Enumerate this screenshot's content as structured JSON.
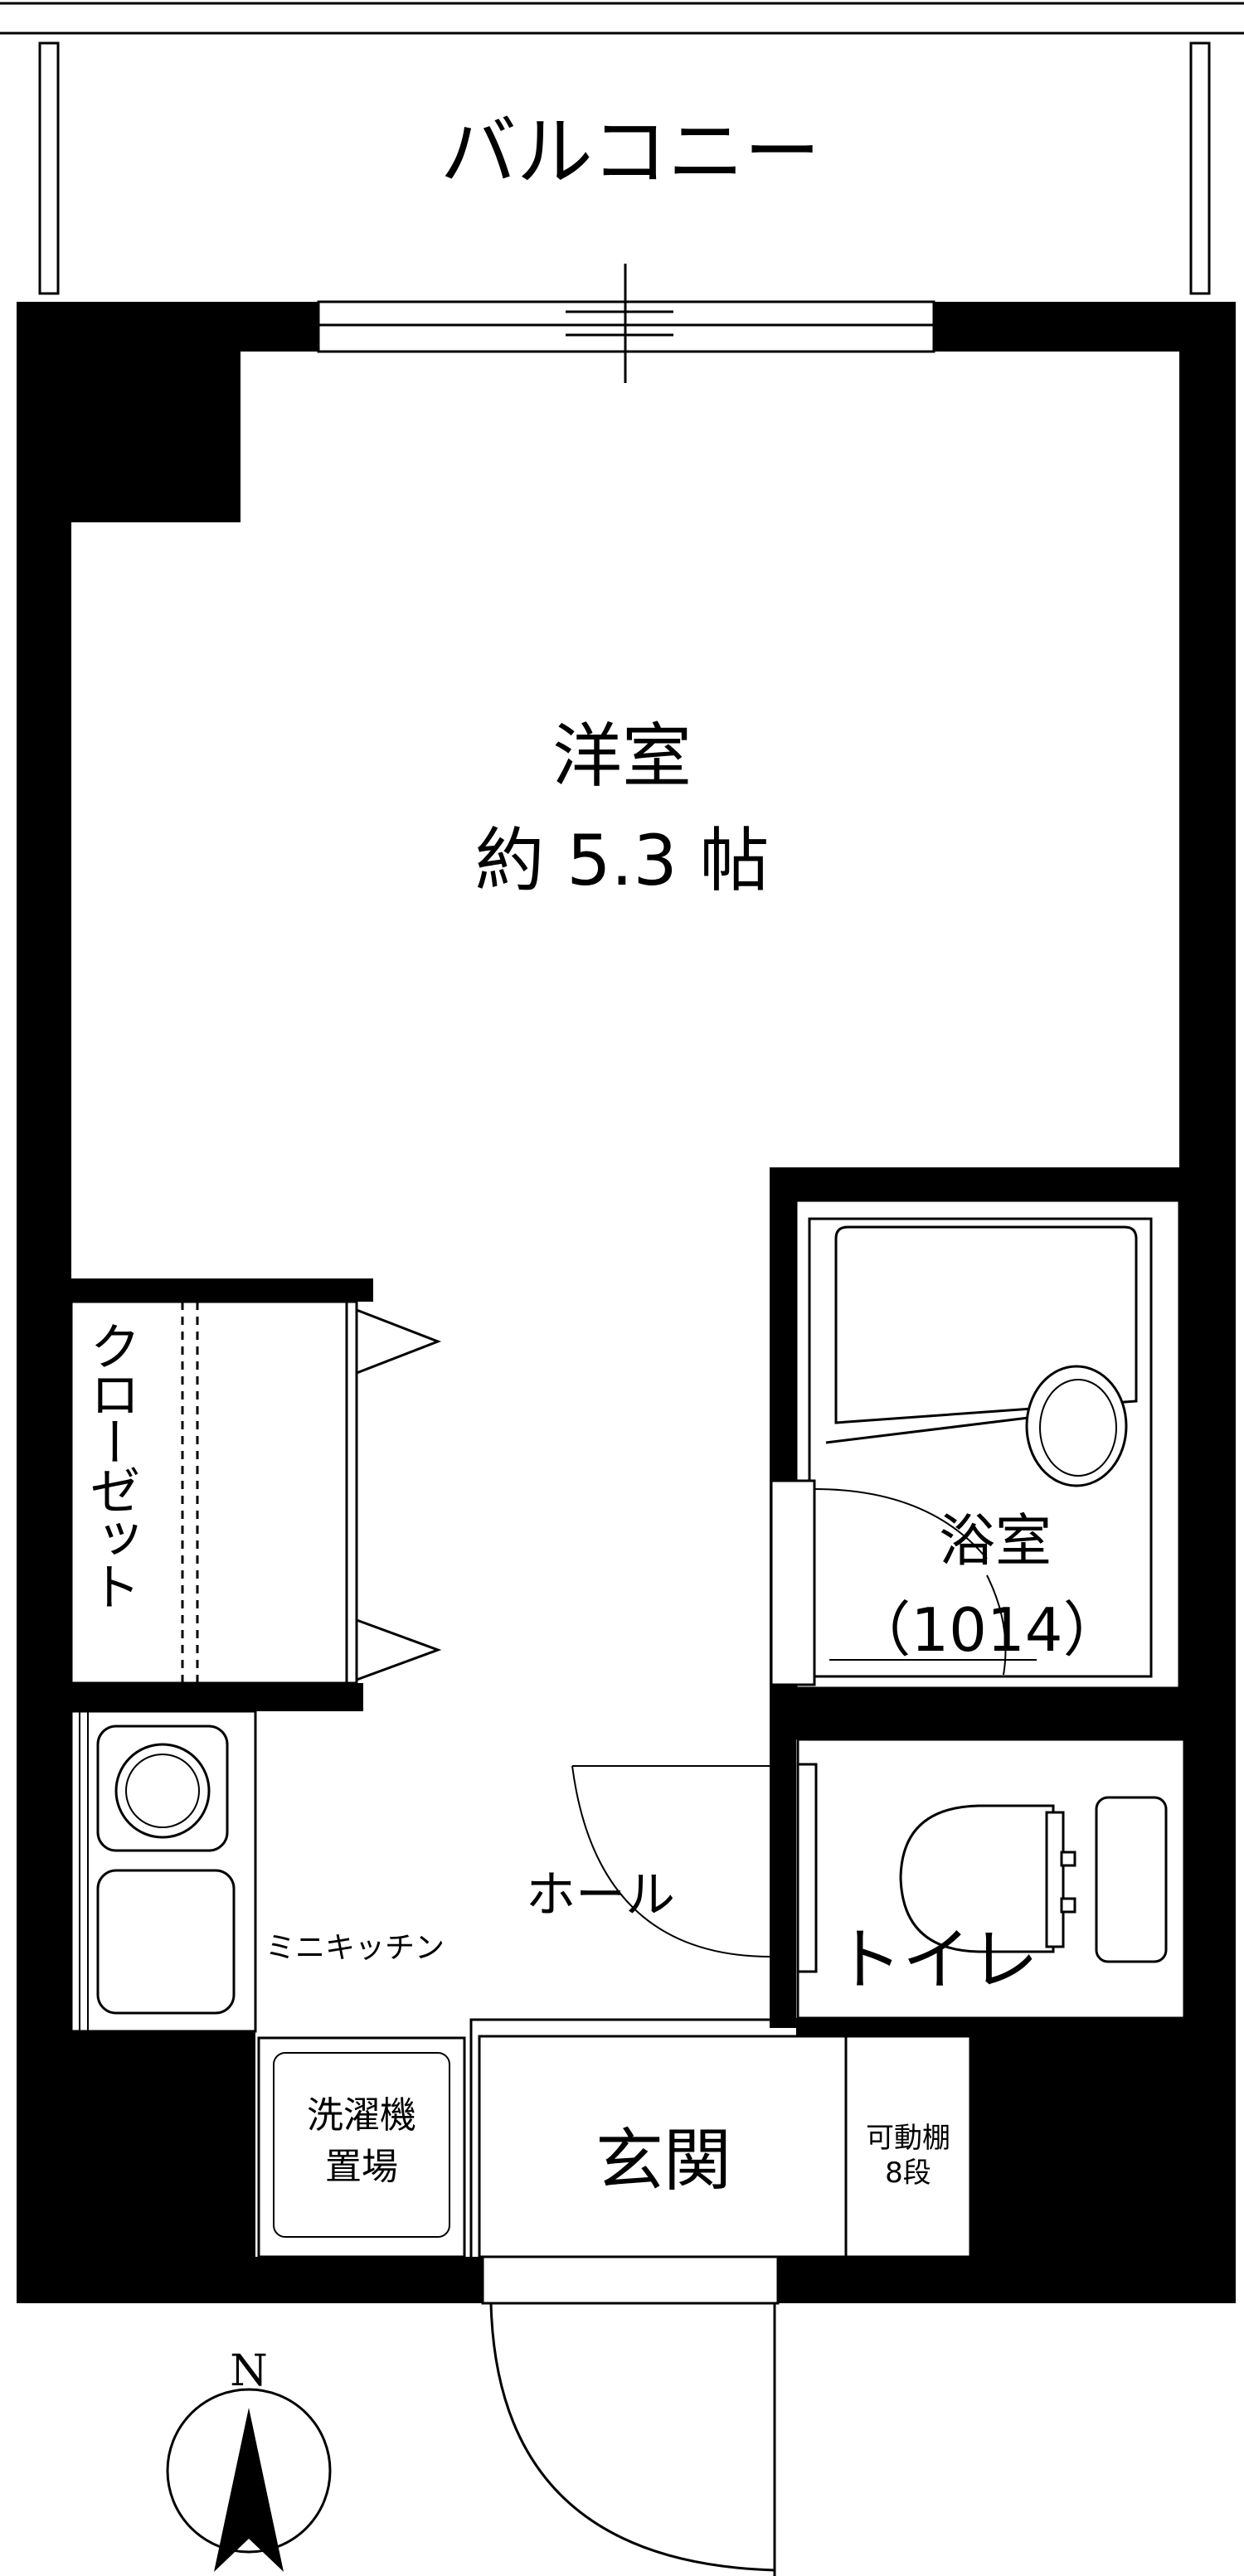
{
  "balcony": {
    "label": "バルコニー"
  },
  "western_room": {
    "name": "洋室",
    "size": "約 5.3 帖"
  },
  "closet": {
    "label": "クローゼット"
  },
  "bathroom": {
    "name": "浴室",
    "size": "（1014）"
  },
  "hall": {
    "label": "ホール"
  },
  "toilet": {
    "label": "トイレ"
  },
  "mini_kitchen": {
    "label": "ミニキッチン"
  },
  "washer_space": {
    "line1": "洗濯機",
    "line2": "置場"
  },
  "entrance": {
    "label": "玄関"
  },
  "shelf": {
    "line1": "可動棚",
    "line2": "8段"
  },
  "compass": {
    "label": "N"
  }
}
